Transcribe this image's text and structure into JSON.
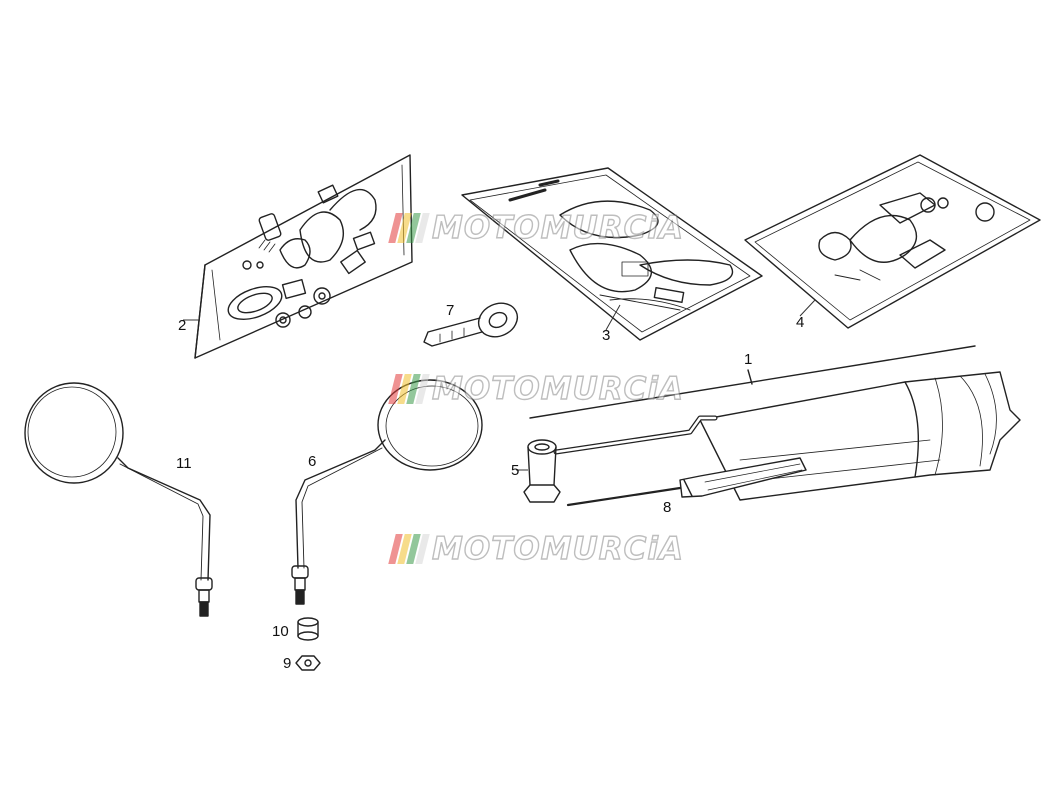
{
  "watermark": {
    "text": "MOTOMURCiA",
    "colors": [
      "#e23b3b",
      "#f2c12e",
      "#3c9b4a",
      "#d8d8d8"
    ]
  },
  "callouts": [
    {
      "id": "1",
      "label": "1"
    },
    {
      "id": "2",
      "label": "2"
    },
    {
      "id": "3",
      "label": "3"
    },
    {
      "id": "4",
      "label": "4"
    },
    {
      "id": "5",
      "label": "5"
    },
    {
      "id": "6",
      "label": "6"
    },
    {
      "id": "7",
      "label": "7"
    },
    {
      "id": "8",
      "label": "8"
    },
    {
      "id": "9",
      "label": "9"
    },
    {
      "id": "10",
      "label": "10"
    },
    {
      "id": "11",
      "label": "11"
    }
  ]
}
